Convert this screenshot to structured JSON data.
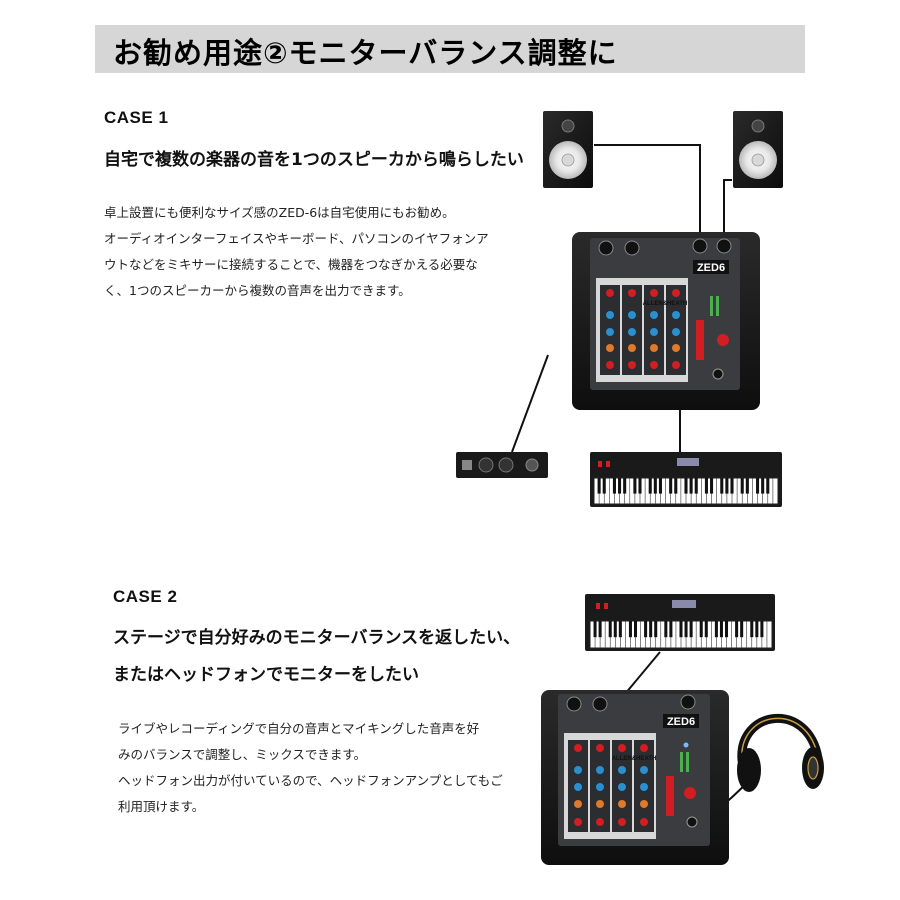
{
  "header": {
    "title": "お勧め用途②モニターバランス調整に"
  },
  "case1": {
    "label": "CASE 1",
    "title": "自宅で複数の楽器の音を1つのスピーカから鳴らしたい",
    "description": [
      "卓上設置にも便利なサイズ感のZED-6は自宅使用にもお勧め。",
      "オーディオインターフェイスやキーボード、パソコンのイヤフォンア",
      "ウトなどをミキサーに接続することで、機器をつなぎかえる必要な",
      "く、1つのスピーカーから複数の音声を出力できます。"
    ]
  },
  "case2": {
    "label": "CASE 2",
    "title_lines": [
      "ステージで自分好みのモニターバランスを返したい、",
      "またはヘッドフォンでモニターをしたい"
    ],
    "description": [
      "ライブやレコーディングで自分の音声とマイキングした音声を好",
      "みのバランスで調整し、ミックスできます。",
      "ヘッドフォン出力が付いているので、ヘッドフォンアンプとしてもご",
      "利用頂けます。"
    ]
  },
  "device": {
    "model_badge": "ZED6",
    "brand": "ALLEN&HEATH"
  },
  "colors": {
    "banner_bg": "#d6d6d6",
    "mixer_body": "#1a1a1a",
    "panel": "#3a3c40",
    "accent_red": "#d01e22",
    "knob_blue": "#2a8fd0",
    "knob_orange": "#e07a2a"
  }
}
